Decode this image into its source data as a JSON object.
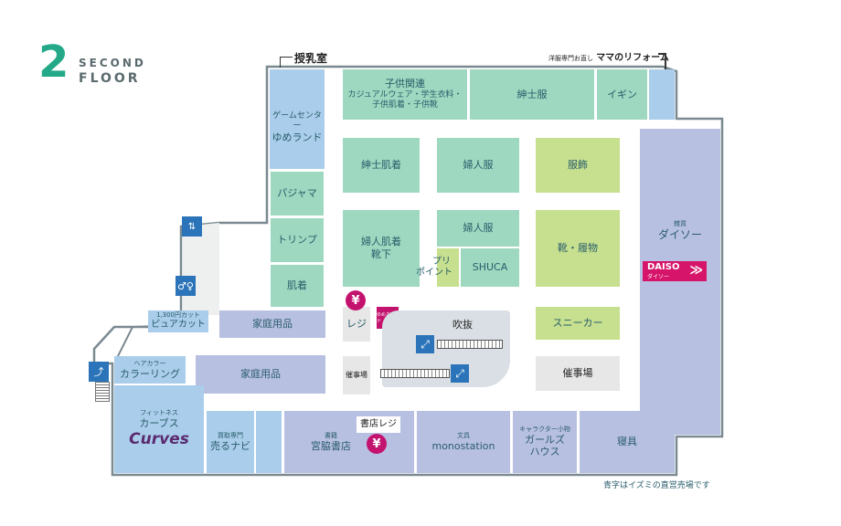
{
  "header": {
    "floor_number": "2",
    "word1": "SECOND",
    "word2": "FLOOR"
  },
  "callouts": {
    "nursing_room": "授乳室",
    "reform_small": "洋服専門お直し",
    "reform_name": "ママのリフォーム"
  },
  "stores": {
    "kids": {
      "name": "子供関連",
      "line1": "カジュアルウェア・学生衣料・",
      "line2": "子供肌着・子供靴"
    },
    "mens_wear": "紳士服",
    "igin": "イギン",
    "game_small": "ゲームセンター",
    "game_name": "ゆめランド",
    "pajama": "パジャマ",
    "triumph": "トリンプ",
    "undergarments": "肌着",
    "mens_underwear": "紳士肌着",
    "womens_wear": "婦人服",
    "accessories": "服飾",
    "womens_underwear_1": "婦人肌着",
    "womens_underwear_2": "靴下",
    "womens_wear_2": "婦人服",
    "shoes_bags": "靴・履物",
    "puripoint_1": "プリ",
    "puripoint_2": "ポイント",
    "shuca": "SHUCA",
    "daiso_small": "雑貨",
    "daiso_name": "ダイソー",
    "daiso_logo": "DAISO",
    "daiso_logo_sub": "ダイソー",
    "household_1": "家庭用品",
    "household_2": "家庭用品",
    "register": "レジ",
    "atrium": "吹抜",
    "sneaker": "スニーカー",
    "event_1": "催事場",
    "event_2": "催事場",
    "pure_cut_small": "1,300円カット",
    "pure_cut_name": "ピュアカット",
    "hair_color_small": "ヘアカラー",
    "hair_color_name": "カラーリング",
    "curves_small": "フィットネス",
    "curves_name": "カーブス",
    "curves_logo": "Curves",
    "urunavi_small": "買取専門",
    "urunavi_name": "売るナビ",
    "bookstore_small": "書籍",
    "bookstore_name": "宮脇書店",
    "bookstore_register": "書店レジ",
    "stationery_small": "文具",
    "stationery_name": "monostation",
    "girls_small": "キャラクター小物",
    "girls_name_1": "ガールズ",
    "girls_name_2": "ハウス",
    "bedding": "寝具",
    "ikea_logo": "ゆめカード"
  },
  "icons": {
    "yen": "¥",
    "elevator": "elevator-icon",
    "restroom": "restroom-icon",
    "escalator": "escalator-icon",
    "stairs": "stairs-icon"
  },
  "footer_note": "青字はイズミの直営売場です",
  "colors": {
    "teal": "#9fd8c0",
    "blue": "#a9cdea",
    "lavender": "#b8c0e2",
    "lime": "#c6e08f",
    "gray": "#e6e7e6",
    "magenta": "#c4126f",
    "daiso_pink": "#d6156a",
    "icon_blue": "#2b74b9",
    "title_green": "#23a987"
  }
}
